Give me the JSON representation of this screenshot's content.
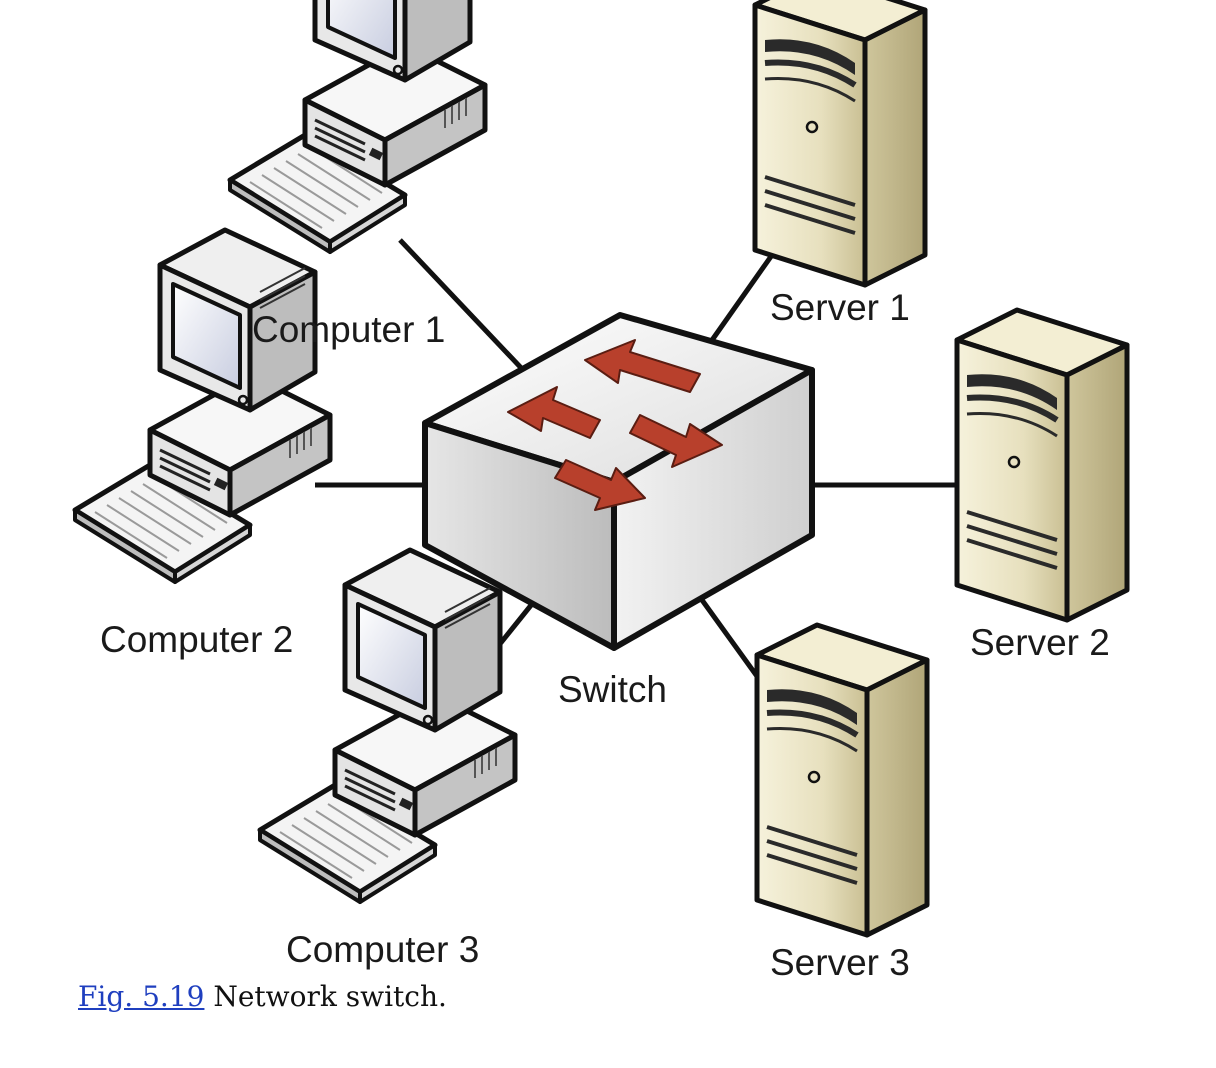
{
  "nodes": {
    "switch": "Switch",
    "computer_1": "Computer 1",
    "computer_2": "Computer 2",
    "computer_3": "Computer 3",
    "server_1": "Server 1",
    "server_2": "Server 2",
    "server_3": "Server 3"
  },
  "caption": {
    "figure_link": "Fig. 5.19",
    "text": " Network switch."
  },
  "colors": {
    "arrow": "#b8402c",
    "server_body": "#e8e2c4",
    "monitor_screen": "#dfe3ef"
  }
}
